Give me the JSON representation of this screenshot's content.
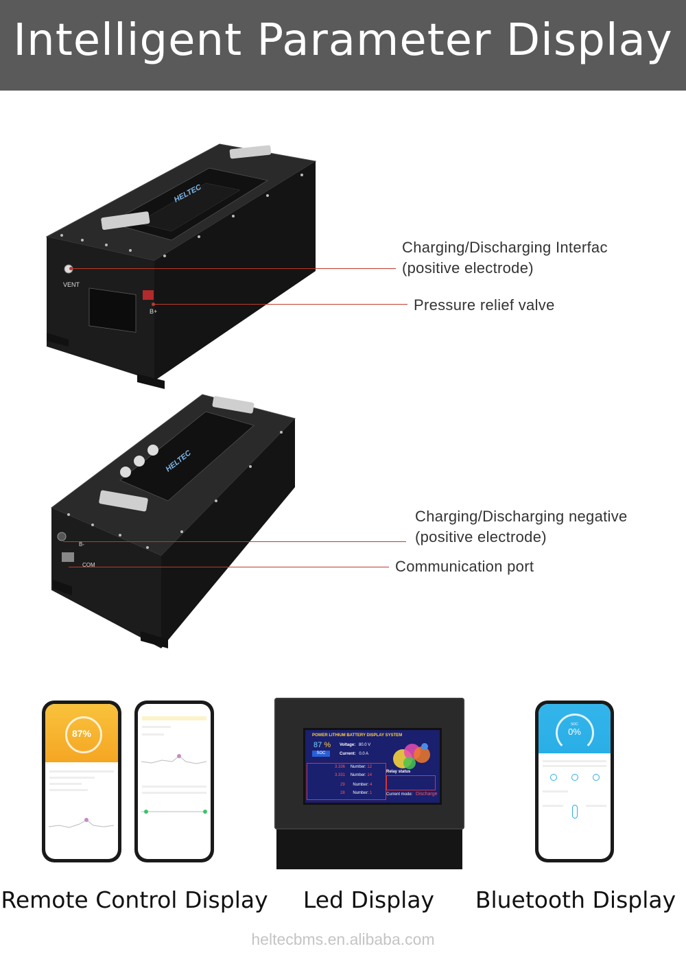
{
  "header": {
    "title": "Intelligent Parameter Display"
  },
  "battery_top": {
    "brand": "HELTEC",
    "vent_label": "VENT",
    "terminal_label": "B+"
  },
  "battery_bottom": {
    "brand": "HELTEC",
    "terminal_label": "B-",
    "com_label": "COM"
  },
  "callouts": {
    "charge_interface_line1": "Charging/Discharging Interfac",
    "charge_interface_line2": "(positive electrode)",
    "pressure_valve": "Pressure relief valve",
    "discharge_negative_line1": "Charging/Discharging negative",
    "discharge_negative_line2": "(positive electrode)",
    "comm_port": "Communication port"
  },
  "phone_remote": {
    "soc_value": "87%"
  },
  "led_display": {
    "system_title": "POWER LITHIUM BATTERY DISPLAY SYSTEM",
    "soc_value": "87",
    "soc_unit": "%",
    "soc_label": "SOC",
    "voltage_label": "Voltage:",
    "voltage_value": "80.0",
    "voltage_unit": "V",
    "current_label": "Current:",
    "current_value": "0.0",
    "current_unit": "A",
    "max_cell_voltage": "3.336",
    "min_cell_voltage": "3.331",
    "max_cell_number": "12",
    "min_cell_number": "14",
    "max_temp": "29",
    "min_temp": "28",
    "max_temp_number": "4",
    "min_temp_number": "1",
    "number_label": "Number:",
    "relay_status": "Relay status",
    "current_mode_label": "Current mode:",
    "current_mode_value": "Discharge"
  },
  "phone_bluetooth": {
    "soc_label": "SOC",
    "soc_value": "0%"
  },
  "captions": {
    "remote": "Remote Control Display",
    "led": "Led Display",
    "bluetooth": "Bluetooth Display"
  },
  "watermark": "heltecbms.en.alibaba.com",
  "colors": {
    "header_bg": "#5a5a5a",
    "leader_line": "#c0392b",
    "battery_body": "#1e1e1e",
    "led_screen_bg": "#1a1f6e",
    "remote_phone_accent": "#f5a623",
    "bluetooth_phone_accent": "#29aee6"
  }
}
